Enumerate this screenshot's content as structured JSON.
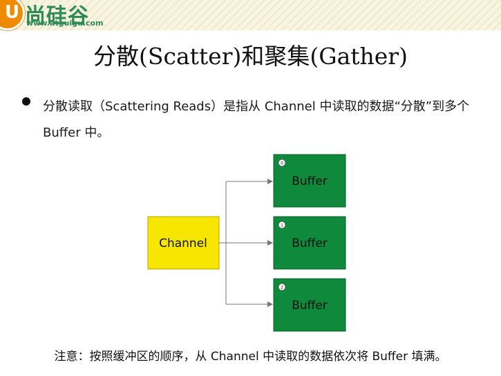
{
  "logo": {
    "mark": "U",
    "name": "尚硅谷",
    "url": "www.atguigu.com"
  },
  "title": "分散(Scatter)和聚集(Gather)",
  "bullet": "分散读取（Scattering Reads）是指从 Channel 中读取的数据“分散”到多个 Buffer 中。",
  "diagram": {
    "source_label": "Channel",
    "buffers": [
      {
        "index": "0",
        "label": "Buffer"
      },
      {
        "index": "1",
        "label": "Buffer"
      },
      {
        "index": "2",
        "label": "Buffer"
      }
    ]
  },
  "note": "注意：按照缓冲区的顺序，从 Channel 中读取的数据依次将 Buffer 填满。",
  "colors": {
    "channel_fill": "#f7e600",
    "buffer_fill": "#0f8a3c",
    "arrow": "#777777",
    "logo_green": "#2e8b57",
    "logo_orange": "#f08a00"
  }
}
